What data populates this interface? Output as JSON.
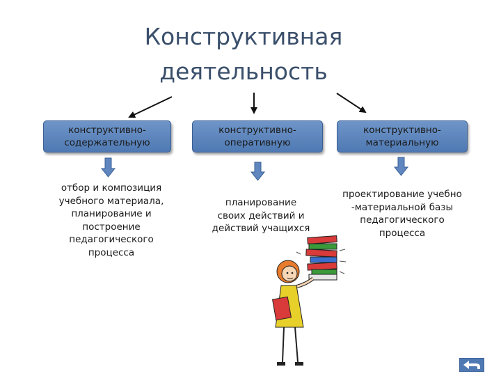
{
  "title": {
    "line1": "Конструктивная",
    "line2": "деятельность"
  },
  "branches": [
    {
      "label_line1": "конструктивно-",
      "label_line2": "содержательную",
      "desc_lines": [
        "отбор и композиция",
        "учебного материала,",
        "планирование и",
        "построение",
        "педагогического",
        "процесса"
      ]
    },
    {
      "label_line1": "конструктивно-",
      "label_line2": "оперативную",
      "desc_lines": [
        "планирование",
        "своих действий и",
        "действий учащихся"
      ]
    },
    {
      "label_line1": "конструктивно-",
      "label_line2": "материальную",
      "desc_lines": [
        "проектирование учебно",
        "-материальной базы",
        "педагогического",
        "процесса"
      ]
    }
  ],
  "colors": {
    "title": "#3a4f6b",
    "box_fill": "#5f86be",
    "box_border": "#3a5f94",
    "down_arrow": "#5f86be"
  },
  "icons": {
    "nav": "return-arrow-icon",
    "illustration": "teacher-with-books"
  }
}
